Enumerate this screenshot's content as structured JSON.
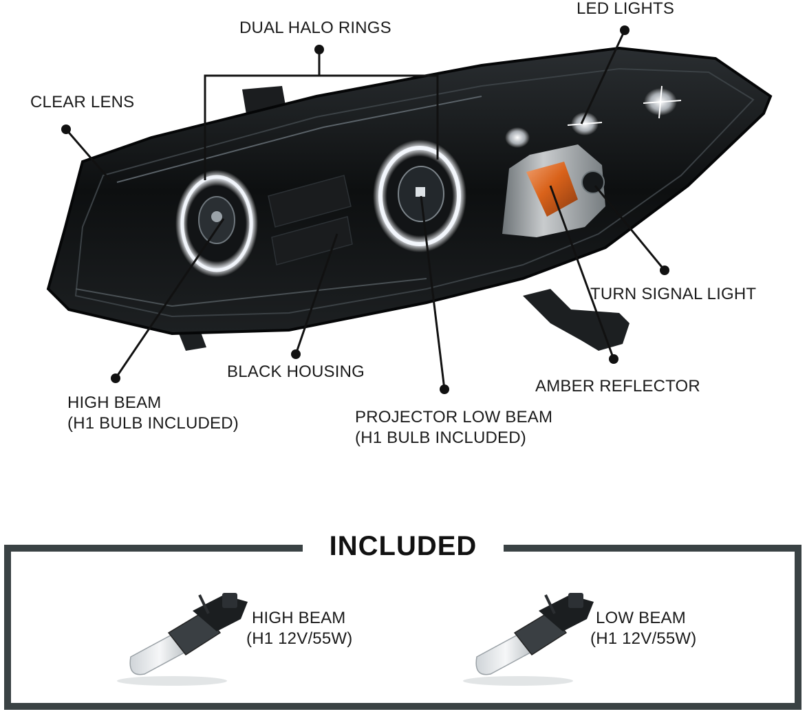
{
  "callouts": {
    "dual_halo_rings": "DUAL HALO RINGS",
    "led_lights": "LED LIGHTS",
    "clear_lens": "CLEAR LENS",
    "turn_signal_light": "TURN SIGNAL LIGHT",
    "black_housing": "BLACK HOUSING",
    "amber_reflector": "AMBER REFLECTOR",
    "high_beam": {
      "line1": "HIGH BEAM",
      "line2": "(H1 BULB INCLUDED)"
    },
    "projector_low_beam": {
      "line1": "PROJECTOR LOW BEAM",
      "line2": "(H1 BULB INCLUDED)"
    }
  },
  "included": {
    "title": "INCLUDED",
    "items": [
      {
        "line1": "HIGH BEAM",
        "line2": "(H1 12V/55W)"
      },
      {
        "line1": "LOW BEAM",
        "line2": "(H1 12V/55W)"
      }
    ]
  },
  "colors": {
    "frame": "#3a4244",
    "housing": "#141618",
    "amber": "#d9621a",
    "callout_line": "#111111"
  },
  "icons": [
    "headlight-assembly-image",
    "h1-bulb-icon"
  ]
}
